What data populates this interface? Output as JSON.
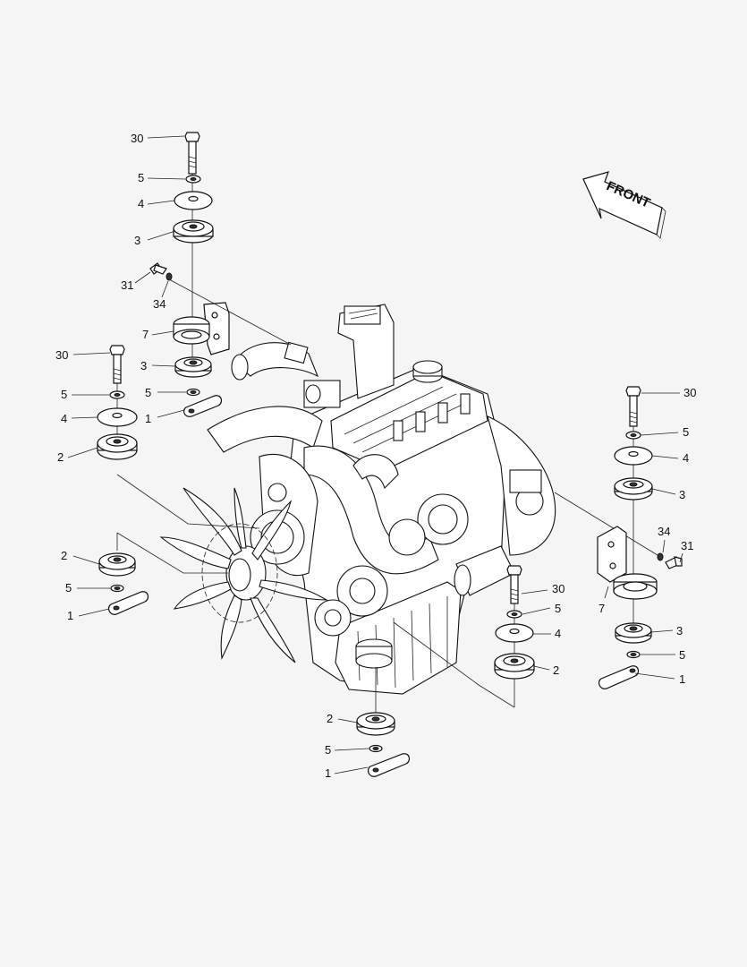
{
  "front_arrow": {
    "label": "FRONT"
  },
  "callouts": [
    {
      "id": "c1",
      "text": "30"
    },
    {
      "id": "c2",
      "text": "5"
    },
    {
      "id": "c3",
      "text": "4"
    },
    {
      "id": "c4",
      "text": "3"
    },
    {
      "id": "c5",
      "text": "31"
    },
    {
      "id": "c6",
      "text": "34"
    },
    {
      "id": "c7",
      "text": "7"
    },
    {
      "id": "c8",
      "text": "30"
    },
    {
      "id": "c9",
      "text": "3"
    },
    {
      "id": "c10",
      "text": "5"
    },
    {
      "id": "c11",
      "text": "5"
    },
    {
      "id": "c12",
      "text": "1"
    },
    {
      "id": "c13",
      "text": "4"
    },
    {
      "id": "c14",
      "text": "2"
    },
    {
      "id": "c15",
      "text": "2"
    },
    {
      "id": "c16",
      "text": "5"
    },
    {
      "id": "c17",
      "text": "1"
    },
    {
      "id": "c18",
      "text": "30"
    },
    {
      "id": "c19",
      "text": "5"
    },
    {
      "id": "c20",
      "text": "4"
    },
    {
      "id": "c21",
      "text": "3"
    },
    {
      "id": "c22",
      "text": "34"
    },
    {
      "id": "c23",
      "text": "31"
    },
    {
      "id": "c24",
      "text": "7"
    },
    {
      "id": "c25",
      "text": "30"
    },
    {
      "id": "c26",
      "text": "5"
    },
    {
      "id": "c27",
      "text": "4"
    },
    {
      "id": "c28",
      "text": "2"
    },
    {
      "id": "c29",
      "text": "3"
    },
    {
      "id": "c30",
      "text": "5"
    },
    {
      "id": "c31",
      "text": "1"
    },
    {
      "id": "c32",
      "text": "2"
    },
    {
      "id": "c33",
      "text": "5"
    },
    {
      "id": "c34",
      "text": "1"
    }
  ]
}
